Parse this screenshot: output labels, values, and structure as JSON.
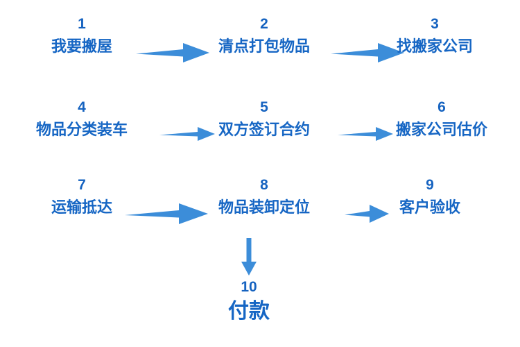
{
  "diagram": {
    "title": "",
    "background_color": "#ffffff",
    "text_color": "#1666c4",
    "number_color": "#1663c0",
    "arrow_color": "#3c8dd9",
    "steps": [
      {
        "number": "1",
        "label": "我要搬屋"
      },
      {
        "number": "2",
        "label": "清点打包物品"
      },
      {
        "number": "3",
        "label": "找搬家公司"
      },
      {
        "number": "4",
        "label": "物品分类装车"
      },
      {
        "number": "5",
        "label": "双方签订合约"
      },
      {
        "number": "6",
        "label": "搬家公司估价"
      },
      {
        "number": "7",
        "label": "运输抵达"
      },
      {
        "number": "8",
        "label": "物品装卸定位"
      },
      {
        "number": "9",
        "label": "客户验收"
      },
      {
        "number": "10",
        "label": "付款"
      }
    ],
    "connectors": [
      {
        "name": "arrow-1-to-2",
        "direction": "right"
      },
      {
        "name": "arrow-2-to-3",
        "direction": "right"
      },
      {
        "name": "arrow-4-to-5",
        "direction": "right"
      },
      {
        "name": "arrow-5-to-6",
        "direction": "right"
      },
      {
        "name": "arrow-7-to-8",
        "direction": "right"
      },
      {
        "name": "arrow-8-to-9",
        "direction": "right"
      },
      {
        "name": "arrow-8-to-10",
        "direction": "down"
      }
    ]
  }
}
